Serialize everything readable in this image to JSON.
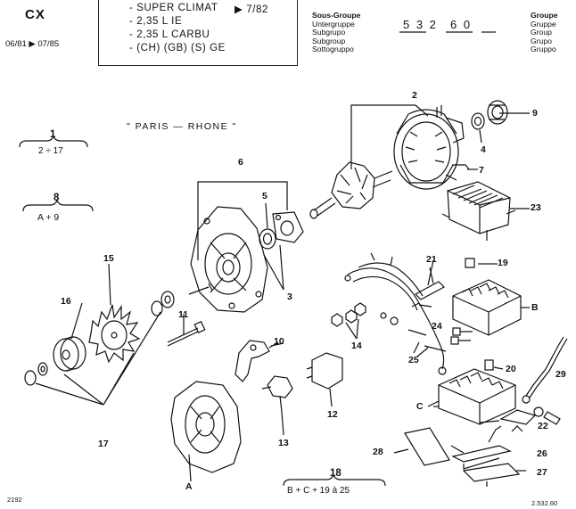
{
  "header": {
    "model": "CX",
    "date_range": "06/81 ▶ 07/85",
    "variant_lines": [
      "- SUPER CLIMAT",
      "- 2,35 L  IE",
      "- 2,35 L  CARBU",
      "- (CH) (GB) (S) GE"
    ],
    "variant_date": "▶ 7/82",
    "subgroup_labels": [
      "Sous-Groupe",
      "Untergruppe",
      "Subgrupo",
      "Subgroup",
      "Sottogruppo"
    ],
    "group_code": "5 3 2",
    "subgroup_code": "6 0",
    "group_labels": [
      "Groupe",
      "Gruppe",
      "Group",
      "Grupo",
      "Gruppo"
    ]
  },
  "diagram": {
    "caption": "\" PARIS — RHONE \"",
    "assembly_refs": [
      {
        "num": "1",
        "range": "2 ÷ 17"
      },
      {
        "num": "8",
        "range": "A + 9"
      },
      {
        "num": "18",
        "range": "B + C + 19 à 25"
      }
    ],
    "callouts": [
      "2",
      "3",
      "4",
      "5",
      "6",
      "7",
      "9",
      "10",
      "11",
      "12",
      "13",
      "14",
      "15",
      "16",
      "17",
      "19",
      "20",
      "21",
      "22",
      "23",
      "24",
      "25",
      "26",
      "27",
      "28",
      "29",
      "A",
      "B",
      "C"
    ]
  },
  "footer": {
    "page_ref": "2192",
    "drawing_ref": "2.532.60"
  }
}
